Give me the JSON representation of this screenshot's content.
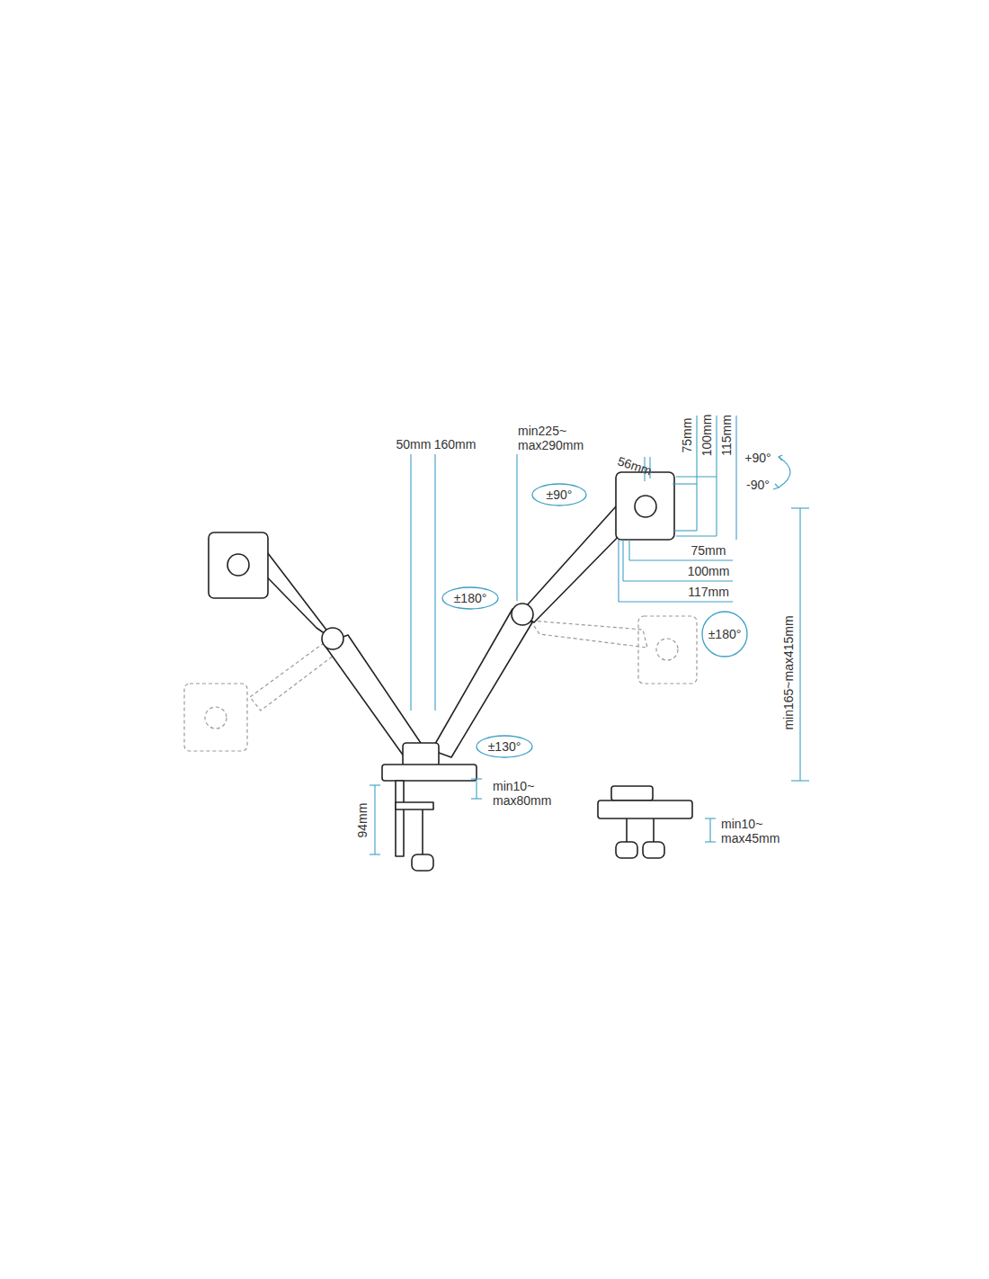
{
  "diagram": {
    "labels": [
      "50mm",
      "160mm",
      "min225~ max290mm",
      "56mm",
      "75mm",
      "100mm",
      "115mm",
      "+90°",
      "-90°",
      "±90°",
      "75mm",
      "100mm",
      "117mm",
      "±180°",
      "±180°",
      "min165~max415mm",
      "±130°",
      "min10~ max80mm",
      "94mm",
      "min10~ max45mm"
    ]
  }
}
